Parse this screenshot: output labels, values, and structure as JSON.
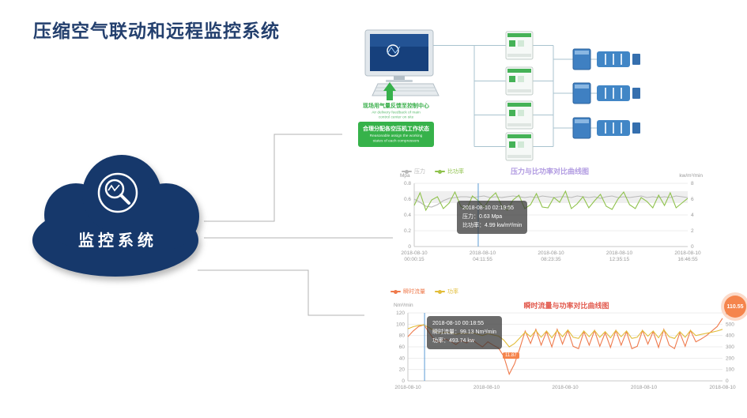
{
  "page": {
    "title": "压缩空气联动和远程监控系统"
  },
  "cloud": {
    "label": "监控系统"
  },
  "diagram": {
    "feedback_cn": "现场用气量反馈至控制中心",
    "feedback_en1": "Air delivery feedback of main",
    "feedback_en2": "control center on site",
    "assign_cn": "合理分配各空压机工作状态",
    "assign_en1": "Reasonable assign the working",
    "assign_en2": "states of each compressors"
  },
  "chart_data": [
    {
      "type": "line",
      "title": "压力与比功率对比曲线图",
      "title_color": "#b29ce2",
      "legend": [
        {
          "label": "压力",
          "color": "#b9b9b9"
        },
        {
          "label": "比功率",
          "color": "#8fc24c"
        }
      ],
      "left_axis": {
        "unit": "Mpa",
        "min": 0,
        "max": 0.8,
        "ticks": [
          0,
          0.2,
          0.4,
          0.6,
          0.8
        ]
      },
      "right_axis": {
        "unit": "kw/m³/min",
        "min": 0,
        "max": 8,
        "ticks": [
          0,
          2,
          4,
          6,
          8
        ]
      },
      "x_ticks": [
        [
          "2018-08-10",
          "00:00:15"
        ],
        [
          "2018-08-10",
          "04:11:55"
        ],
        [
          "2018-08-10",
          "08:23:35"
        ],
        [
          "2018-08-10",
          "12:35:15"
        ],
        [
          "2018-08-10",
          "16:46:55"
        ]
      ],
      "band": {
        "from": 0.55,
        "to": 0.7,
        "color": "#efefef"
      },
      "crosshair_fraction": 0.234,
      "tooltip": {
        "line1": "2018-08-10 02:19:55",
        "line2": "压力：0.63 Mpa",
        "line3": "比功率：4.99 kw/m³/min"
      },
      "series": [
        {
          "name": "压力",
          "axis": "left",
          "color": "#b9b9b9",
          "values": [
            0.6,
            0.56,
            0.51,
            0.5,
            0.53,
            0.58,
            0.61,
            0.62,
            0.63,
            0.63,
            0.62,
            0.63,
            0.64,
            0.62,
            0.63,
            0.62,
            0.63,
            0.64,
            0.63,
            0.62,
            0.63,
            0.62,
            0.64,
            0.63,
            0.62,
            0.63,
            0.63,
            0.62,
            0.64,
            0.63,
            0.62,
            0.63,
            0.61,
            0.63,
            0.64,
            0.62,
            0.63,
            0.62,
            0.63,
            0.64,
            0.62,
            0.63,
            0.62,
            0.63,
            0.62,
            0.64,
            0.63,
            0.62
          ]
        },
        {
          "name": "比功率",
          "axis": "right",
          "color": "#8fc24c",
          "values": [
            5.2,
            6.8,
            4.6,
            5.9,
            6.3,
            4.8,
            5.5,
            6.9,
            5.1,
            4.7,
            6.4,
            5.8,
            4.9,
            6.1,
            6.8,
            5.2,
            4.6,
            5.9,
            6.5,
            4.8,
            5.3,
            6.7,
            5.0,
            4.9,
            6.2,
            5.6,
            7.0,
            4.8,
            5.4,
            6.3,
            4.9,
            5.8,
            6.6,
            5.1,
            4.7,
            6.0,
            6.9,
            5.3,
            4.8,
            6.2,
            5.7,
            4.9,
            6.5,
            5.2,
            6.8,
            4.9,
            5.5,
            6.1
          ]
        }
      ]
    },
    {
      "type": "line",
      "title": "瞬时流量与功率对比曲线图",
      "title_color": "#e25a4e",
      "legend": [
        {
          "label": "瞬时流量",
          "color": "#ef7a4c"
        },
        {
          "label": "功率",
          "color": "#e2bd3a"
        }
      ],
      "left_axis": {
        "unit": "Nm³/min",
        "min": 0,
        "max": 120,
        "ticks": [
          0,
          20,
          40,
          60,
          80,
          100,
          120
        ]
      },
      "right_axis": {
        "unit": "",
        "min": 0,
        "max": 600,
        "ticks": [
          0,
          100,
          200,
          300,
          400,
          500,
          600
        ]
      },
      "x_ticks": [
        [
          "2018-08-10"
        ],
        [
          "2018-08-10"
        ],
        [
          "2018-08-10"
        ],
        [
          "2018-08-10"
        ],
        [
          "2018-08-10"
        ]
      ],
      "crosshair_fraction": 0.053,
      "tooltip": {
        "line1": "2018-08-10 00:18:55",
        "line2": "瞬时流量：99.13 Nm³/min",
        "line3": "功率：493.74 kw"
      },
      "markers": [
        {
          "value": "110.55"
        },
        {
          "value": "11.87"
        }
      ],
      "series": [
        {
          "name": "瞬时流量",
          "axis": "left",
          "color": "#ef7a4c",
          "values": [
            78,
            88,
            96,
            99,
            85,
            72,
            68,
            74,
            70,
            64,
            71,
            67,
            73,
            66,
            60,
            69,
            63,
            58,
            43,
            11.87,
            30,
            58,
            88,
            66,
            91,
            63,
            87,
            60,
            91,
            65,
            89,
            61,
            57,
            87,
            63,
            89,
            61,
            85,
            59,
            89,
            63,
            87,
            57,
            61,
            89,
            65,
            87,
            59,
            91,
            63,
            57,
            85,
            61,
            89,
            69,
            74,
            80,
            88,
            96,
            110.55
          ]
        },
        {
          "name": "功率",
          "axis": "right",
          "color": "#e2bd3a",
          "values": [
            460,
            478,
            490,
            493.74,
            470,
            440,
            420,
            430,
            425,
            410,
            420,
            415,
            425,
            412,
            400,
            418,
            405,
            395,
            360,
            300,
            330,
            380,
            430,
            390,
            445,
            385,
            440,
            380,
            445,
            390,
            450,
            385,
            375,
            440,
            390,
            445,
            385,
            435,
            380,
            445,
            390,
            440,
            375,
            385,
            445,
            395,
            440,
            380,
            450,
            390,
            375,
            435,
            385,
            445,
            400,
            410,
            420,
            430,
            440,
            455
          ]
        }
      ]
    }
  ]
}
